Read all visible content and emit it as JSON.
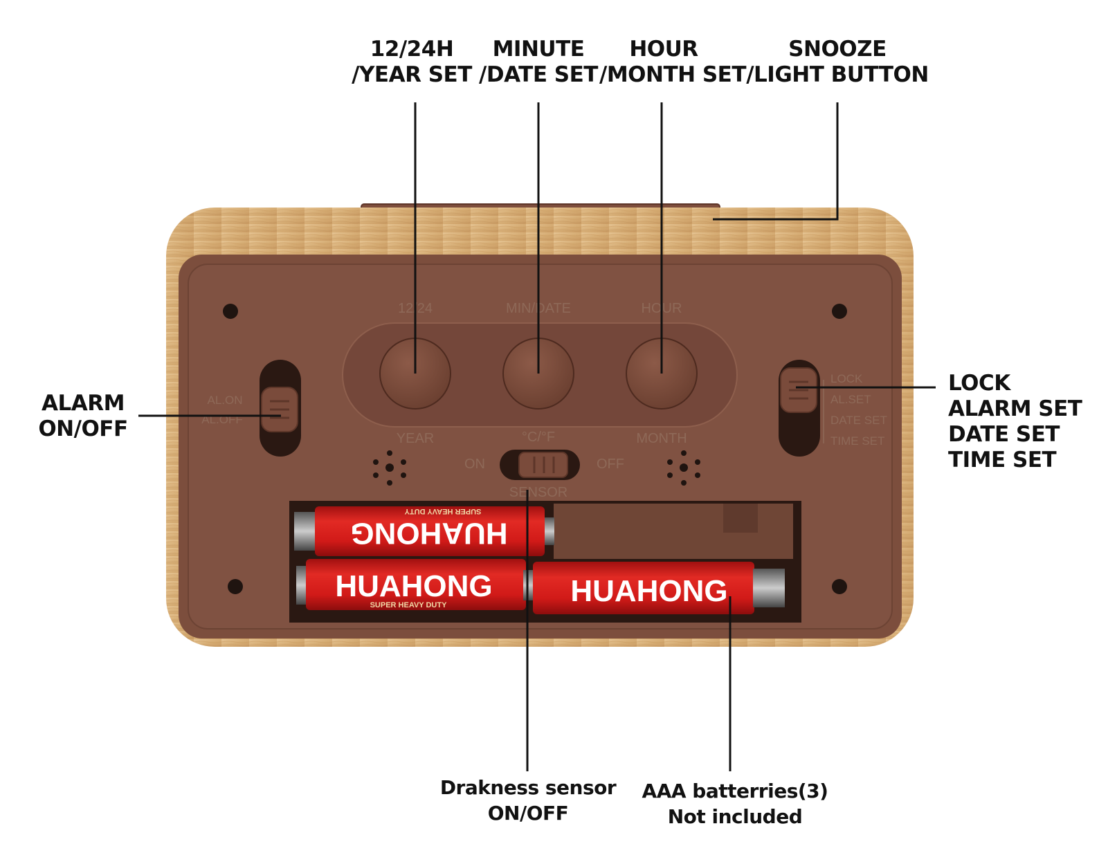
{
  "callouts": {
    "hour_12_24": {
      "line1": "12/24H",
      "line2": "/YEAR SET"
    },
    "minute": {
      "line1": "MINUTE",
      "line2": "/DATE SET"
    },
    "hour": {
      "line1": "HOUR",
      "line2": "/MONTH SET"
    },
    "snooze": {
      "line1": "SNOOZE",
      "line2": "/LIGHT BUTTON"
    },
    "alarm": {
      "line1": "ALARM",
      "line2": "ON/OFF"
    },
    "mode": {
      "line1": "LOCK",
      "line2": "ALARM SET",
      "line3": "DATE SET",
      "line4": "TIME SET"
    },
    "sensor": {
      "line1": "Drakness sensor",
      "line2": "ON/OFF"
    },
    "batteries": {
      "line1": "AAA batterries(3)",
      "line2": "Not included"
    }
  },
  "device": {
    "button_top_labels": [
      "12/24",
      "MIN/DATE",
      "HOUR"
    ],
    "button_bottom_labels": [
      "YEAR",
      "°C/°F",
      "MONTH"
    ],
    "alarm_switch": [
      "AL.ON",
      "AL.OFF"
    ],
    "mode_switch": [
      "LOCK",
      "AL.SET",
      "DATE SET",
      "TIME SET"
    ],
    "sensor_switch": {
      "on": "ON",
      "off": "OFF",
      "label": "SENSOR"
    },
    "battery_brand": "HUAHONG",
    "battery_tagline": "SUPER HEAVY DUTY",
    "battery_count": 3
  },
  "colors": {
    "wood": "#d9b27c",
    "panel": "#7c4e3d",
    "battery_red": "#d51d1d",
    "leader": "#111111"
  }
}
